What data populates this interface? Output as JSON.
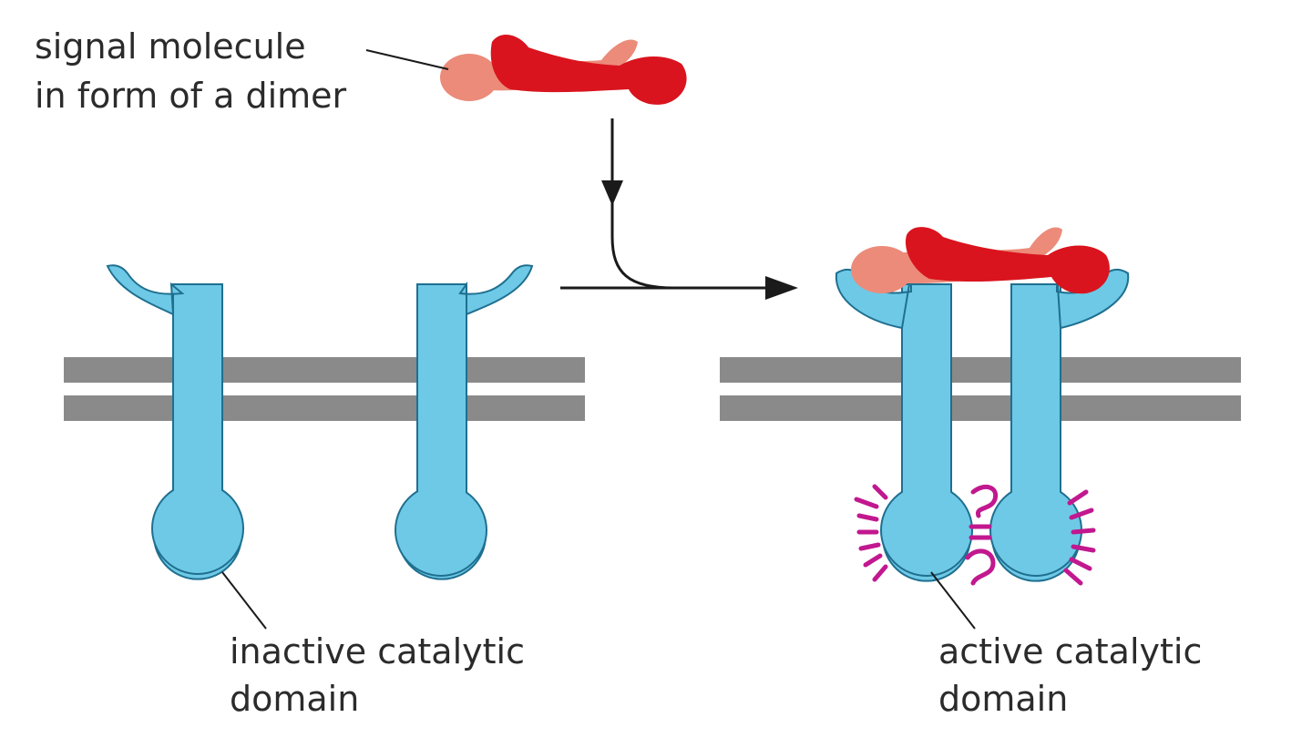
{
  "labels": {
    "signal_line1": "signal molecule",
    "signal_line2": "in form of a dimer",
    "inactive_line1": "inactive catalytic",
    "inactive_line2": "domain",
    "active_line1": "active catalytic",
    "active_line2": "domain"
  },
  "colors": {
    "receptor": "#6ec9e6",
    "receptor_outline": "#1f6f8f",
    "membrane": "#8a8a8a",
    "dimer_dark": "#d9141e",
    "dimer_light": "#ec8b7a",
    "activity": "#c2188f",
    "line": "#1a1a1a"
  }
}
